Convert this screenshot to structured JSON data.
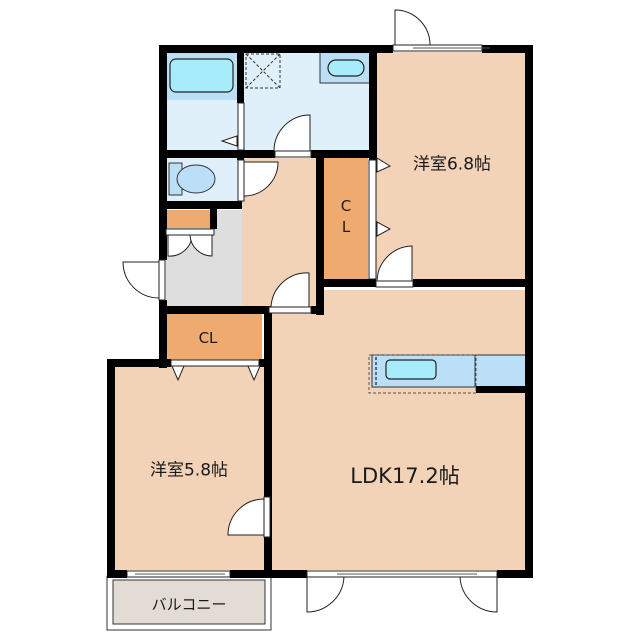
{
  "floorplan": {
    "rooms": [
      {
        "id": "western-room-1",
        "label": "洋室6.8帖",
        "type": "bedroom",
        "area_jo": 6.8
      },
      {
        "id": "western-room-2",
        "label": "洋室5.8帖",
        "type": "bedroom",
        "area_jo": 5.8
      },
      {
        "id": "ldk",
        "label": "LDK17.2帖",
        "type": "living-dining-kitchen",
        "area_jo": 17.2
      },
      {
        "id": "closet-1",
        "label": "C\nL",
        "type": "closet"
      },
      {
        "id": "closet-2",
        "label": "CL",
        "type": "closet"
      },
      {
        "id": "balcony",
        "label": "バルコニー",
        "type": "balcony"
      },
      {
        "id": "bathroom",
        "label": "",
        "type": "bathroom"
      },
      {
        "id": "washroom",
        "label": "",
        "type": "washroom"
      },
      {
        "id": "toilet",
        "label": "",
        "type": "toilet"
      },
      {
        "id": "entrance",
        "label": "",
        "type": "entrance"
      },
      {
        "id": "hallway",
        "label": "",
        "type": "hallway"
      }
    ],
    "labels": {
      "room1": "洋室6.8帖",
      "room2": "洋室5.8帖",
      "ldk": "LDK17.2帖",
      "closet_vertical_c": "C",
      "closet_vertical_l": "L",
      "closet_horizontal": "CL",
      "balcony": "バルコニー"
    },
    "colors": {
      "room_fill": "#f2d3b8",
      "closet_fill": "#efab6f",
      "wet_area_fill": "#dff0fb",
      "fixture_fill": "#bcdff8",
      "fixture_inner": "#a6ecfb",
      "entrance_fill": "#dedede",
      "balcony_fill": "#e3dcd5",
      "wall": "#000000"
    }
  }
}
